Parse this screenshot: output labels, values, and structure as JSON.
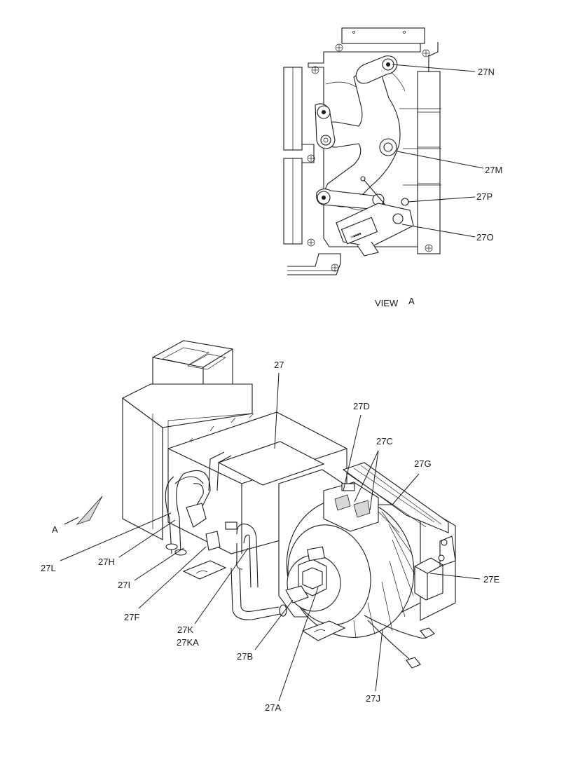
{
  "view_label": "VIEW",
  "view_letter": "A",
  "arrow_letter": "A",
  "callouts": {
    "c27": "27",
    "c27A": "27A",
    "c27B": "27B",
    "c27C": "27C",
    "c27D": "27D",
    "c27E": "27E",
    "c27F": "27F",
    "c27G": "27G",
    "c27H": "27H",
    "c27I": "27I",
    "c27J": "27J",
    "c27K": "27K",
    "c27KA": "27KA",
    "c27L": "27L",
    "c27M": "27M",
    "c27N": "27N",
    "c27O": "27O",
    "c27P": "27P"
  },
  "stamp_text": "N■■■■"
}
